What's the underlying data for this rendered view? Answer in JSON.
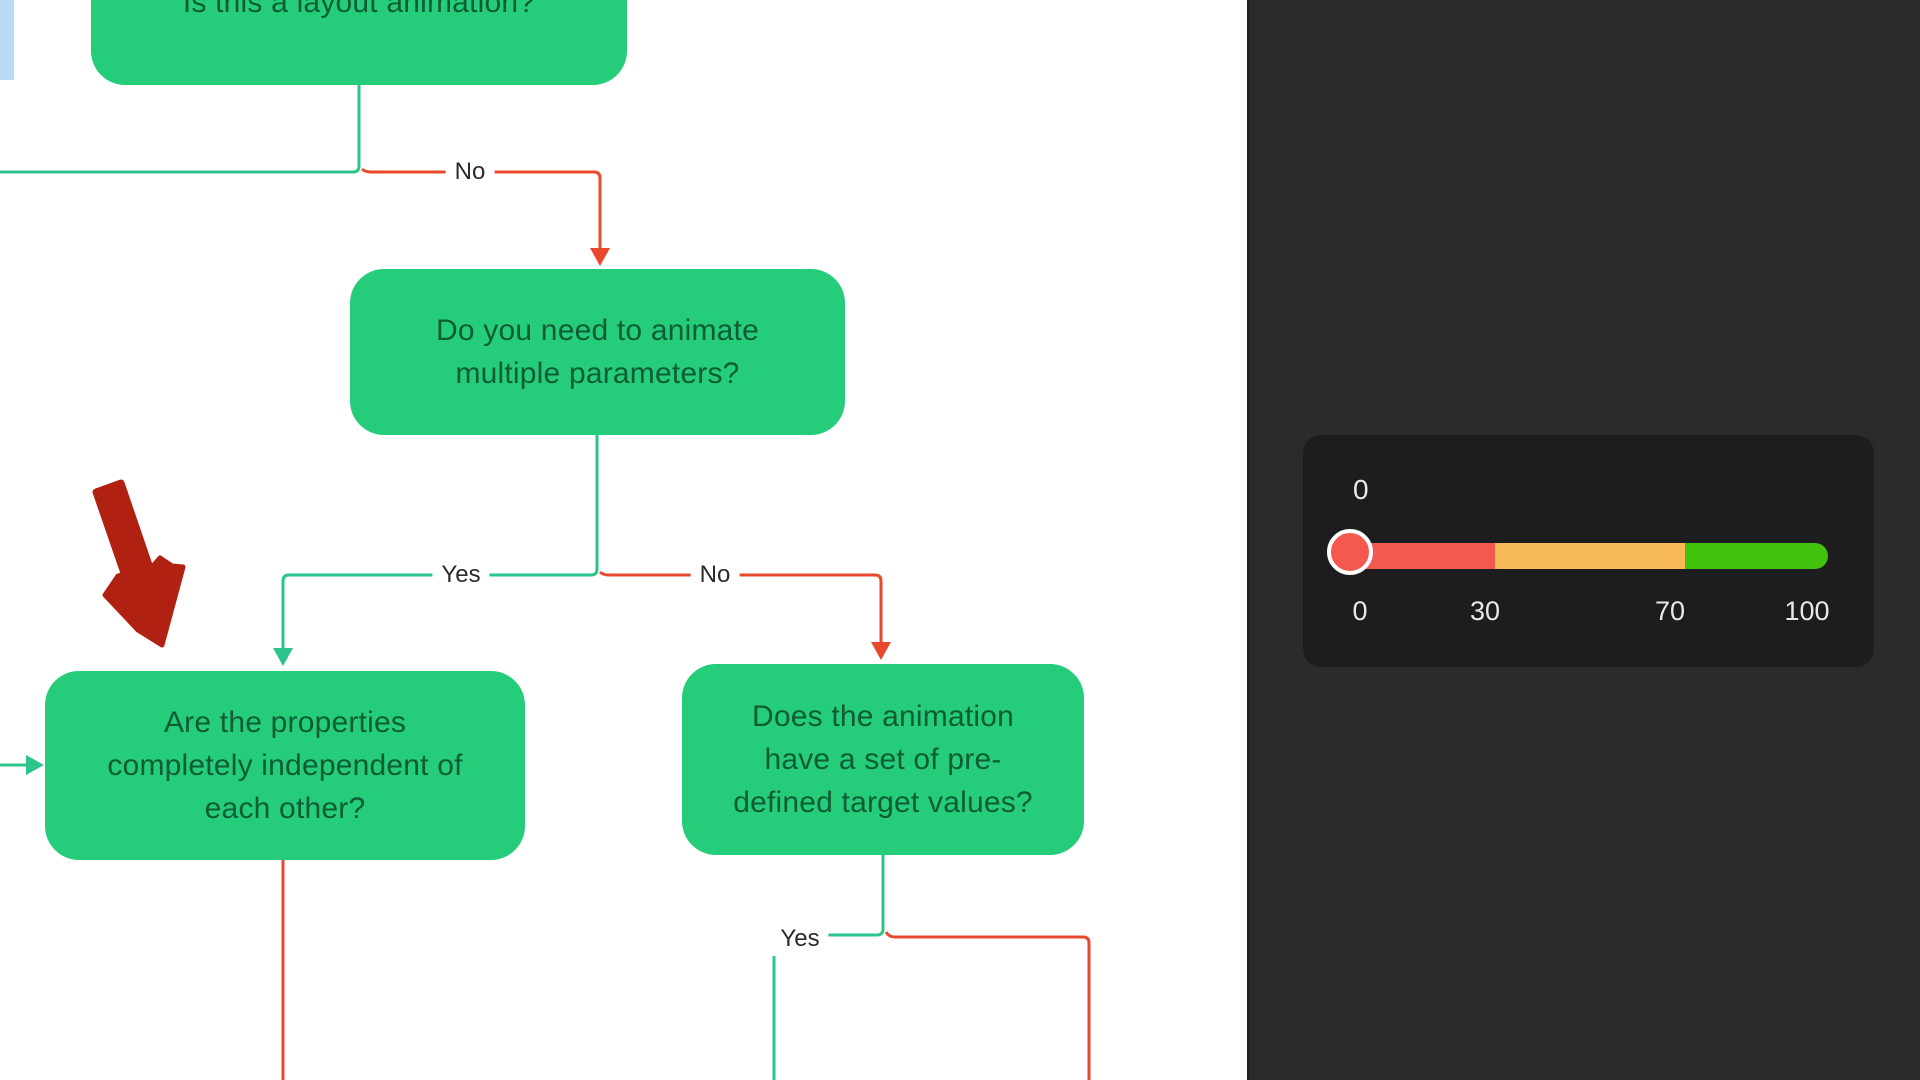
{
  "flowchart": {
    "nodes": [
      {
        "name": "is-layout-animation",
        "lines": [
          "Is this a layout animation?"
        ]
      },
      {
        "name": "animate-multiple-parameters",
        "lines": [
          "Do you need to animate",
          "multiple parameters?"
        ]
      },
      {
        "name": "properties-independent",
        "lines": [
          "Are the properties",
          "completely independent of",
          "each other?"
        ]
      },
      {
        "name": "predefined-target-values",
        "lines": [
          "Does the animation",
          "have a set of pre-",
          "defined target values?"
        ]
      }
    ],
    "edge_labels": {
      "top_no": "No",
      "mid_yes": "Yes",
      "mid_no": "No",
      "bottom_yes": "Yes"
    }
  },
  "slider": {
    "value": "0",
    "ticks": [
      "0",
      "30",
      "70",
      "100"
    ]
  },
  "colors": {
    "node_fill": "#25cd7b",
    "node_text": "#0d5c33",
    "edge_yes": "#2bc48a",
    "edge_no": "#e8482b",
    "annotation_arrow": "#b02112",
    "panel_background": "#2b2b2d",
    "card_background": "#1d1d1f",
    "slider_low": "#f4584f",
    "slider_mid": "#f8bb58",
    "slider_high": "#41c30e",
    "clipped_node": "#b8dcf5"
  }
}
